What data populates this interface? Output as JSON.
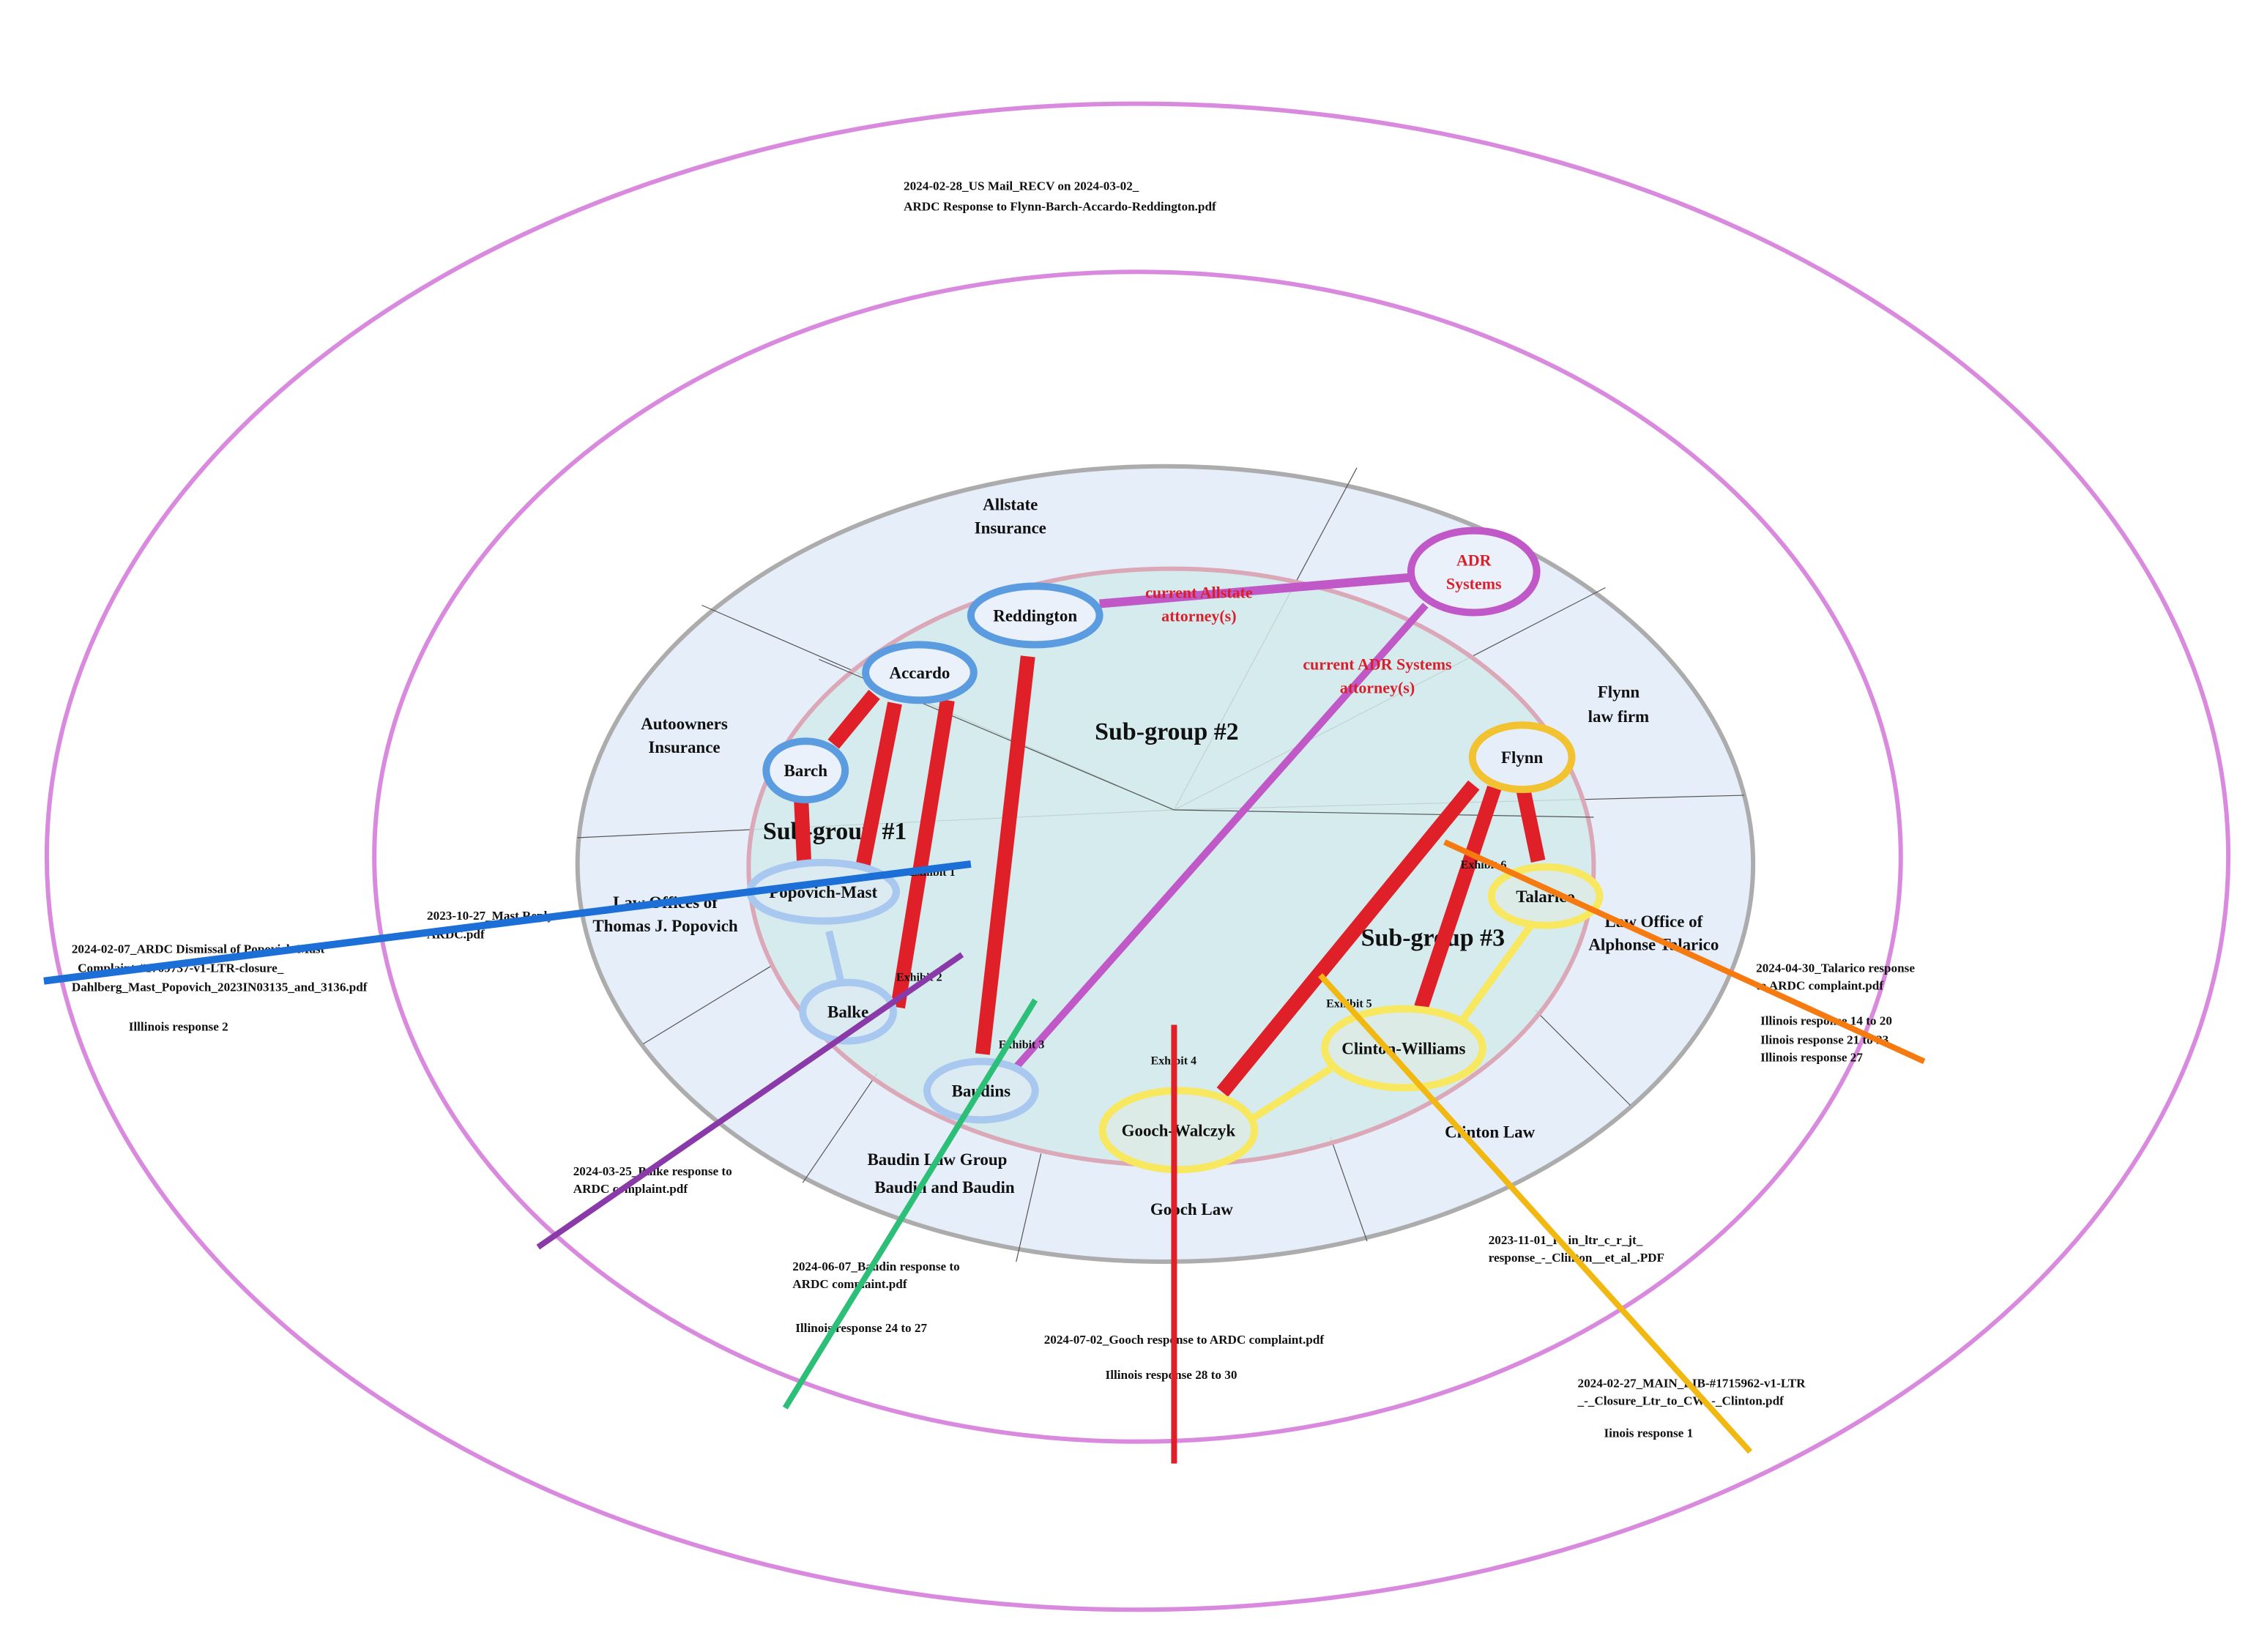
{
  "colors": {
    "outer_ring": "#d98ade",
    "firm_zone_fill": "#e6eefa",
    "firm_zone_stroke": "#acacac",
    "core_fill": "#d2eaea",
    "core_stroke": "#dba8b8",
    "strong_link": "#e02028",
    "sub1_node": "#5b9be0",
    "sub1_node_light": "#a8c8f0",
    "adr": "#c058c8",
    "flynn": "#f2c230",
    "sub3_node": "#f8e860",
    "doc_popovich": "#1c6fd6",
    "doc_balke": "#8a3aa8",
    "doc_baudin": "#2cbf78",
    "doc_gooch": "#e02028",
    "doc_talarico": "#f57a10",
    "doc_clinton": "#f0b810"
  },
  "top_document": [
    "2024-02-28_US Mail_RECV on 2024-03-02_",
    "ARDC Response to Flynn-Barch-Accardo-Reddington.pdf"
  ],
  "firms": {
    "allstate": [
      "Allstate",
      "Insurance"
    ],
    "autoowners": [
      "Autoowners",
      "Insurance"
    ],
    "flynn": [
      "Flynn",
      "law firm"
    ],
    "popovich": [
      "Law Offices of",
      "Thomas J. Popovich"
    ],
    "talarico": [
      "Law Office of",
      "Alphonse Talarico"
    ],
    "baudin_group": "Baudin Law Group",
    "baudin_baudin": "Baudin and Baudin",
    "gooch": "Gooch Law",
    "clinton": "Clinton Law"
  },
  "subgroups": [
    "Sub-group #1",
    "Sub-group #2",
    "Sub-group #3"
  ],
  "nodes": {
    "reddington": "Reddington",
    "accardo": "Accardo",
    "barch": "Barch",
    "popovich_mast": "Popovich-Mast",
    "balke": "Balke",
    "baudins": "Baudins",
    "adr": [
      "ADR",
      "Systems"
    ],
    "flynn": "Flynn",
    "talarico": "Talarico",
    "clinton_williams": "Clinton-Williams",
    "gooch_walczyk": "Gooch-Walczyk"
  },
  "annotations": {
    "allstate_attorney": [
      "current Allstate",
      "attorney(s)"
    ],
    "adr_attorney": [
      "current ADR Systems",
      "attorney(s)"
    ]
  },
  "exhibits": [
    "Exhibit 1",
    "Exhibit 2",
    "Exhibit 3",
    "Exhibit 4",
    "Exhibit 5",
    "Exhibit 6"
  ],
  "documents": {
    "popovich_dismissal": [
      "2024-02-07_ARDC Dismissal of Popovich-Mast",
      " Complaint-#1709737-v1-LTR-closure_",
      "Dahlberg_Mast_Popovich_2023IN03135_and_3136.pdf"
    ],
    "popovich_response": "Illlinois response 2",
    "mast_reply": [
      "2023-10-27_Mast Reply",
      "ARDC.pdf"
    ],
    "balke": [
      "2024-03-25_Balke response to",
      "ARDC complaint.pdf"
    ],
    "baudin": [
      "2024-06-07_Baudin response to",
      "ARDC complaint.pdf"
    ],
    "baudin_response": "Illinois response 24 to 27",
    "gooch": "2024-07-02_Gooch response to ARDC complaint.pdf",
    "gooch_response": "Illinois response 28 to 30",
    "clinton": [
      "2023-11-01_R_in_ltr_c_r_jt_",
      "response_-_Clinton__et_al_.PDF"
    ],
    "talarico": [
      "2024-04-30_Talarico response",
      "to ARDC complaint.pdf"
    ],
    "talarico_responses": [
      "Illinois response 14 to 20",
      "Ilinois response 21 to 23",
      "Illinois response 27"
    ],
    "main": [
      "2024-02-27_MAIN_LIB-#1715962-v1-LTR",
      "_-_Closure_Ltr_to_CW_-_Clinton.pdf"
    ],
    "main_response": "Iinois response 1"
  }
}
